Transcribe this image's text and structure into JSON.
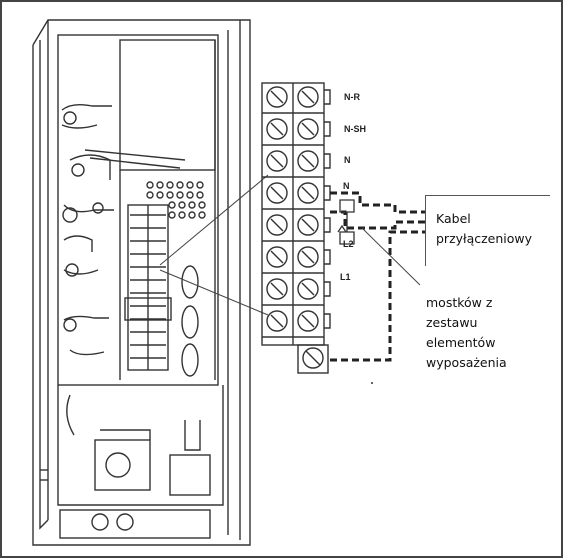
{
  "labels": {
    "cable": [
      "Kabel",
      "przyłączeniowy"
    ],
    "jumpers": [
      "mostków z",
      "zestawu",
      "elementów",
      "wyposażenia"
    ]
  },
  "terminals": {
    "nr": "N-R",
    "nsh": "N-SH",
    "n1": "N",
    "n2": "N",
    "l2": "L2",
    "l1": "L1"
  },
  "colors": {
    "line": "#333333",
    "frame": "#555555",
    "dashed": "#222222"
  }
}
